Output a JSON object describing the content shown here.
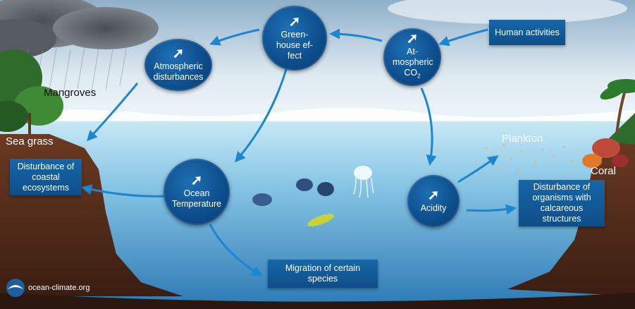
{
  "nodes": {
    "atmospheric_disturbances": "Atmospheric disturbances",
    "greenhouse_effect": "Green-house ef-fect",
    "atmospheric_co2": "At-mospheric CO",
    "co2_subscript": "2",
    "ocean_temperature": "Ocean Temperature",
    "acidity": "Acidity",
    "up_arrow_glyph": "➚"
  },
  "boxes": {
    "human_activities": "Human activities",
    "disturbance_coastal": "Disturbance of coastal ecosystems",
    "disturbance_calcareous": "Disturbance of organisms with calcareous structures",
    "migration": "Migration of certain species"
  },
  "labels": {
    "mangroves": "Mangroves",
    "sea_grass": "Sea grass",
    "plankton": "Plankton",
    "coral": "Coral"
  },
  "credit": "ocean-climate.org",
  "colors": {
    "node_blue": "#0d4f8f",
    "arrow_blue": "#1e86cf",
    "ocean_top": "#bfe3f3",
    "ocean_bottom": "#2b7bb6",
    "soil": "#4a2818"
  }
}
